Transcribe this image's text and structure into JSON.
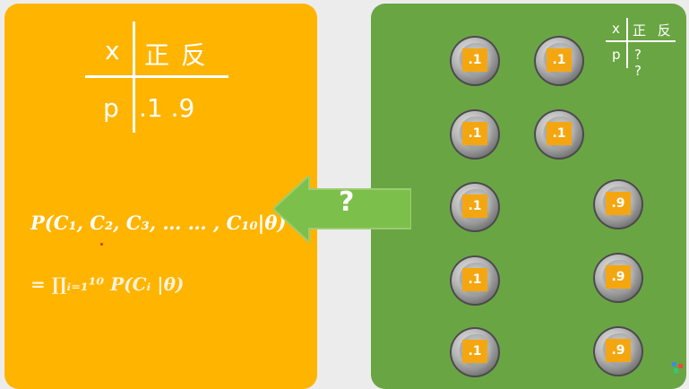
{
  "big_table": {
    "x_label": "x",
    "p_label": "p",
    "outcomes": "正 反",
    "probs": ".1  .9"
  },
  "formulas": {
    "joint": "P(C₁, C₂, C₃, … … , C₁₀|θ)",
    "product": "= ∏ᵢ₌₁¹⁰ P(Cᵢ |θ)"
  },
  "arrow": {
    "label": "?"
  },
  "small_table": {
    "x_label": "x",
    "p_label": "p",
    "outcomes": "正 反",
    "probs": "? ?"
  },
  "coins": [
    {
      "label": ".1",
      "kind": "heads"
    },
    {
      "label": ".1",
      "kind": "heads"
    },
    {
      "label": ".1",
      "kind": "heads"
    },
    {
      "label": ".1",
      "kind": "heads"
    },
    {
      "label": ".1",
      "kind": "heads"
    },
    {
      "label": ".9",
      "kind": "tails"
    },
    {
      "label": ".1",
      "kind": "heads"
    },
    {
      "label": ".9",
      "kind": "tails"
    },
    {
      "label": ".1",
      "kind": "heads"
    },
    {
      "label": ".9",
      "kind": "tails"
    }
  ],
  "colors": {
    "left_panel": "#ffb400",
    "right_panel": "#6aa543",
    "coin_label_bg": "#f4a611",
    "arrow": "#7cbf4a"
  }
}
